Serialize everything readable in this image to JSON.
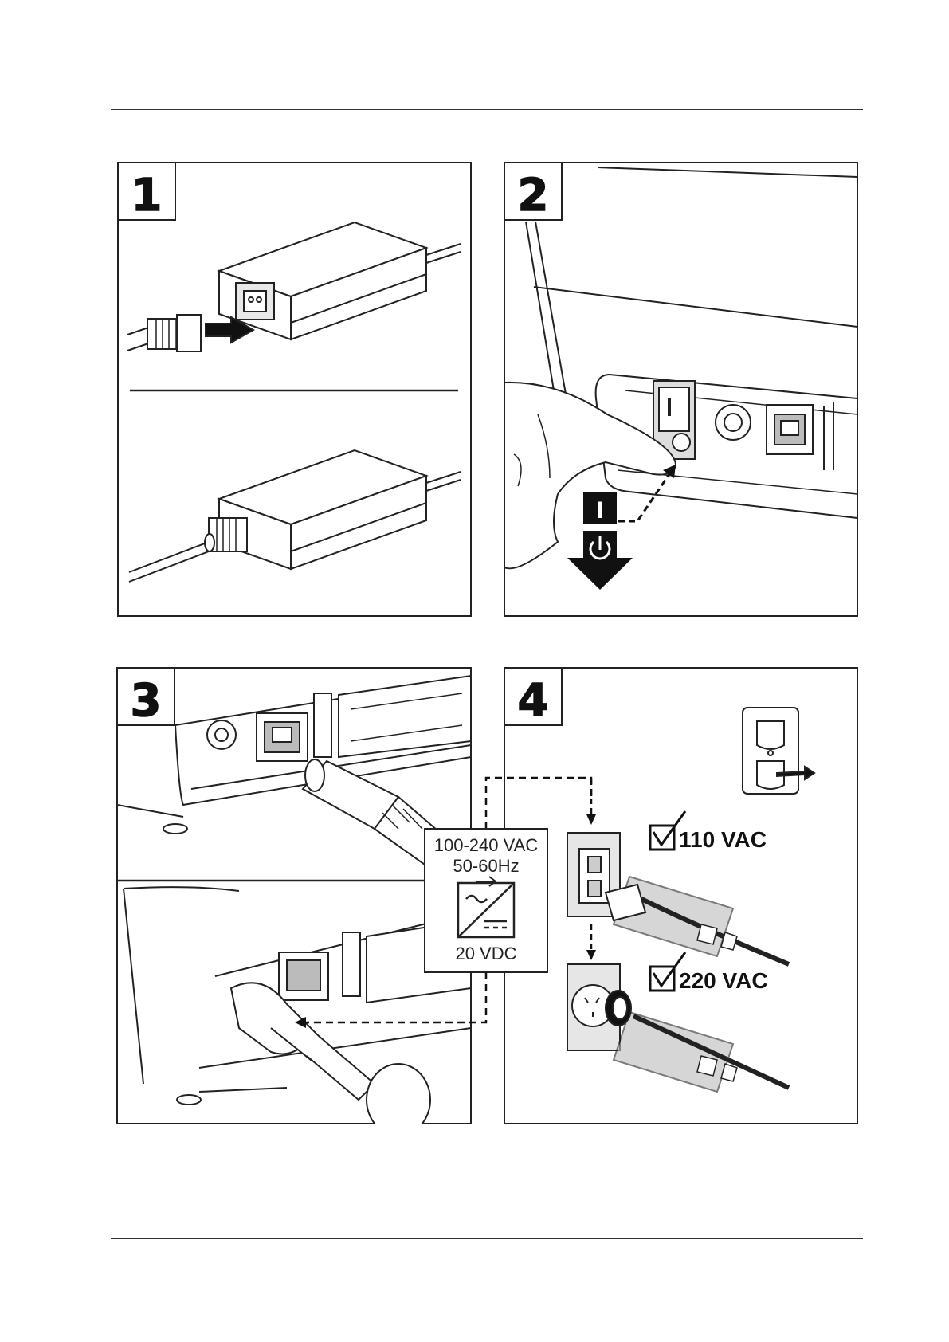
{
  "steps": [
    {
      "number": "1"
    },
    {
      "number": "2",
      "switch_on_symbol": "I"
    },
    {
      "number": "3"
    },
    {
      "number": "4"
    }
  ],
  "power_spec": {
    "input_voltage": "100-240 VAC",
    "frequency": "50-60Hz",
    "output_voltage": "20 VDC"
  },
  "outlets": [
    {
      "voltage": "110 VAC",
      "checked": true
    },
    {
      "voltage": "220 VAC",
      "checked": true
    }
  ],
  "icons": [
    "power-symbol-icon",
    "converter-icon",
    "checkbox-checked-icon",
    "arrow-icon"
  ]
}
